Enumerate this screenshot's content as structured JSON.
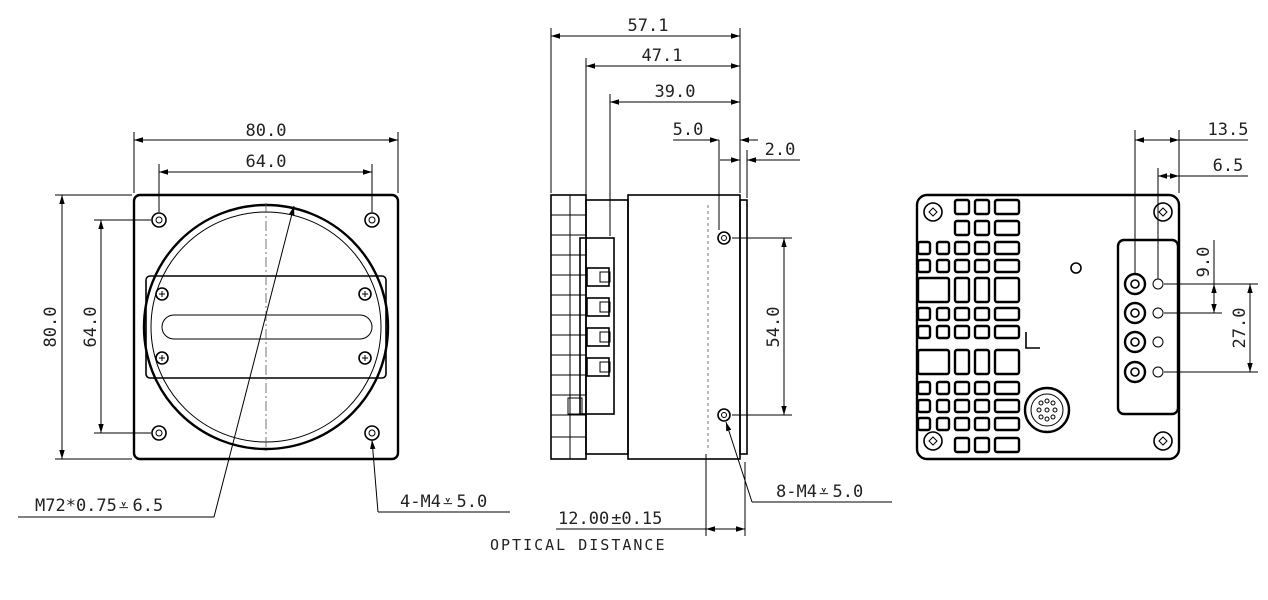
{
  "front_view": {
    "width_outer": "80.0",
    "width_holes": "64.0",
    "height_outer": "80.0",
    "height_holes": "64.0",
    "lens_mount": "M72*0.75",
    "lens_mount_depth": "6.5",
    "mount_holes": "4-M4",
    "mount_holes_depth": "5.0"
  },
  "side_view": {
    "length_total": "57.1",
    "length_2": "47.1",
    "length_3": "39.0",
    "offset_1": "5.0",
    "offset_2": "2.0",
    "hole_spacing": "54.0",
    "side_holes": "8-M4",
    "side_holes_depth": "5.0",
    "optical_distance": "12.00",
    "optical_tolerance": "±0.15",
    "optical_label": "OPTICAL DISTANCE"
  },
  "rear_view": {
    "offset_1": "13.5",
    "offset_2": "6.5",
    "spacing_1": "9.0",
    "spacing_2": "27.0"
  }
}
